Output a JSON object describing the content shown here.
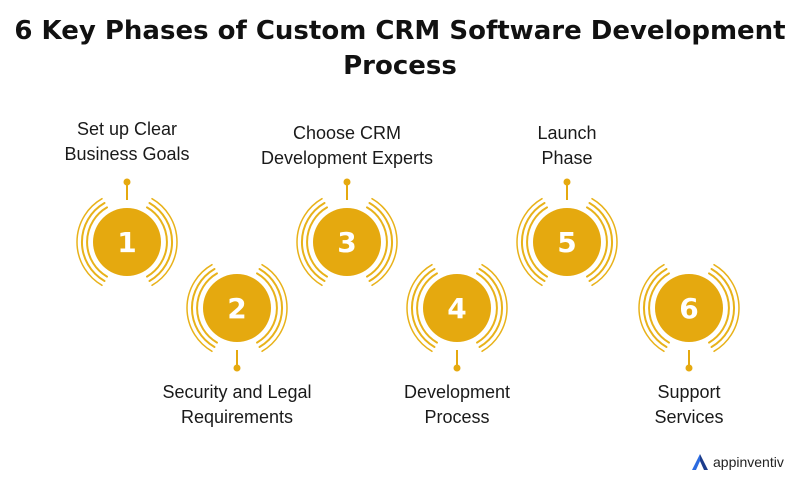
{
  "title": {
    "line1": "6 Key Phases of Custom CRM Software Development",
    "line2": "Process"
  },
  "colors": {
    "circle": "#E5A90F",
    "ring": "#E8B21A",
    "text": "#111111",
    "logo_blue": "#2C6BE0"
  },
  "steps": [
    {
      "number": "1",
      "line1": "Set up Clear",
      "line2": "Business Goals"
    },
    {
      "number": "2",
      "line1": "Security and Legal",
      "line2": "Requirements"
    },
    {
      "number": "3",
      "line1": "Choose CRM",
      "line2": "Development Experts"
    },
    {
      "number": "4",
      "line1": "Development",
      "line2": "Process"
    },
    {
      "number": "5",
      "line1": "Launch",
      "line2": "Phase"
    },
    {
      "number": "6",
      "line1": "Support",
      "line2": "Services"
    }
  ],
  "brand": {
    "name": "appinventiv",
    "icon": "appinventiv-logo-icon"
  }
}
